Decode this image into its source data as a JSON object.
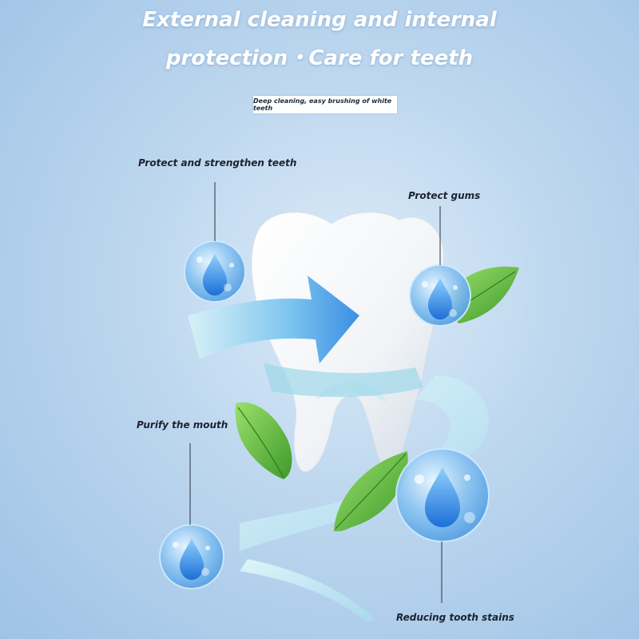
{
  "headline": {
    "line1": "External cleaning and internal",
    "line2": "protection・Care for teeth"
  },
  "subtitle": "Deep cleaning, easy brushing of white teeth",
  "callouts": {
    "protect_strengthen": "Protect and strengthen teeth",
    "protect_gums": "Protect gums",
    "purify_mouth": "Purify the mouth",
    "reducing_stains": "Reducing tooth stains"
  },
  "colors": {
    "background": "#b3d2ee",
    "accent_blue": "#2f8fe0",
    "leaf_green": "#5bb53a",
    "headline": "#ffffff"
  },
  "icons": [
    "tooth-icon",
    "water-drop-icon",
    "mint-leaf-icon",
    "arrow-icon"
  ]
}
